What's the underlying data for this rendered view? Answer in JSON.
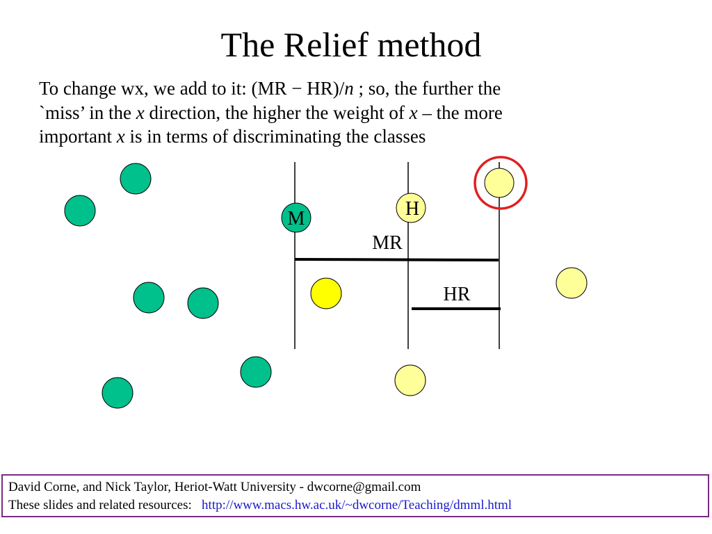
{
  "slide": {
    "title": "The Relief method",
    "body": {
      "l1a": "To change wx,  we add to it:   (MR − HR)/",
      "l1n": "n",
      "l1b": " ; so, the further the",
      "l2a": "`miss’ in the ",
      "l2x": "x",
      "l2b": " direction, the higher the weight of ",
      "l2x2": "x",
      "l2c": " – the more",
      "l3a": "important ",
      "l3x": "x",
      "l3b": " is in terms of discriminating the classes"
    }
  },
  "diagram": {
    "labels": {
      "miss": "M",
      "hit": "H",
      "mr": "MR",
      "hr": "HR"
    },
    "colors": {
      "class_green": "#00c08b",
      "class_yellow_pale": "#ffff99",
      "class_yellow_bright": "#ffff00",
      "highlight_ring": "#e02020",
      "line": "#000000"
    }
  },
  "footer": {
    "line1": "David Corne, and Nick Taylor,  Heriot-Watt University  -  dwcorne@gmail.com",
    "line2_prefix": "These slides and related resources:   ",
    "link": "http://www.macs.hw.ac.uk/~dwcorne/Teaching/dmml.html",
    "link_color": "#1a1acc",
    "border_color": "#7b2a83"
  }
}
